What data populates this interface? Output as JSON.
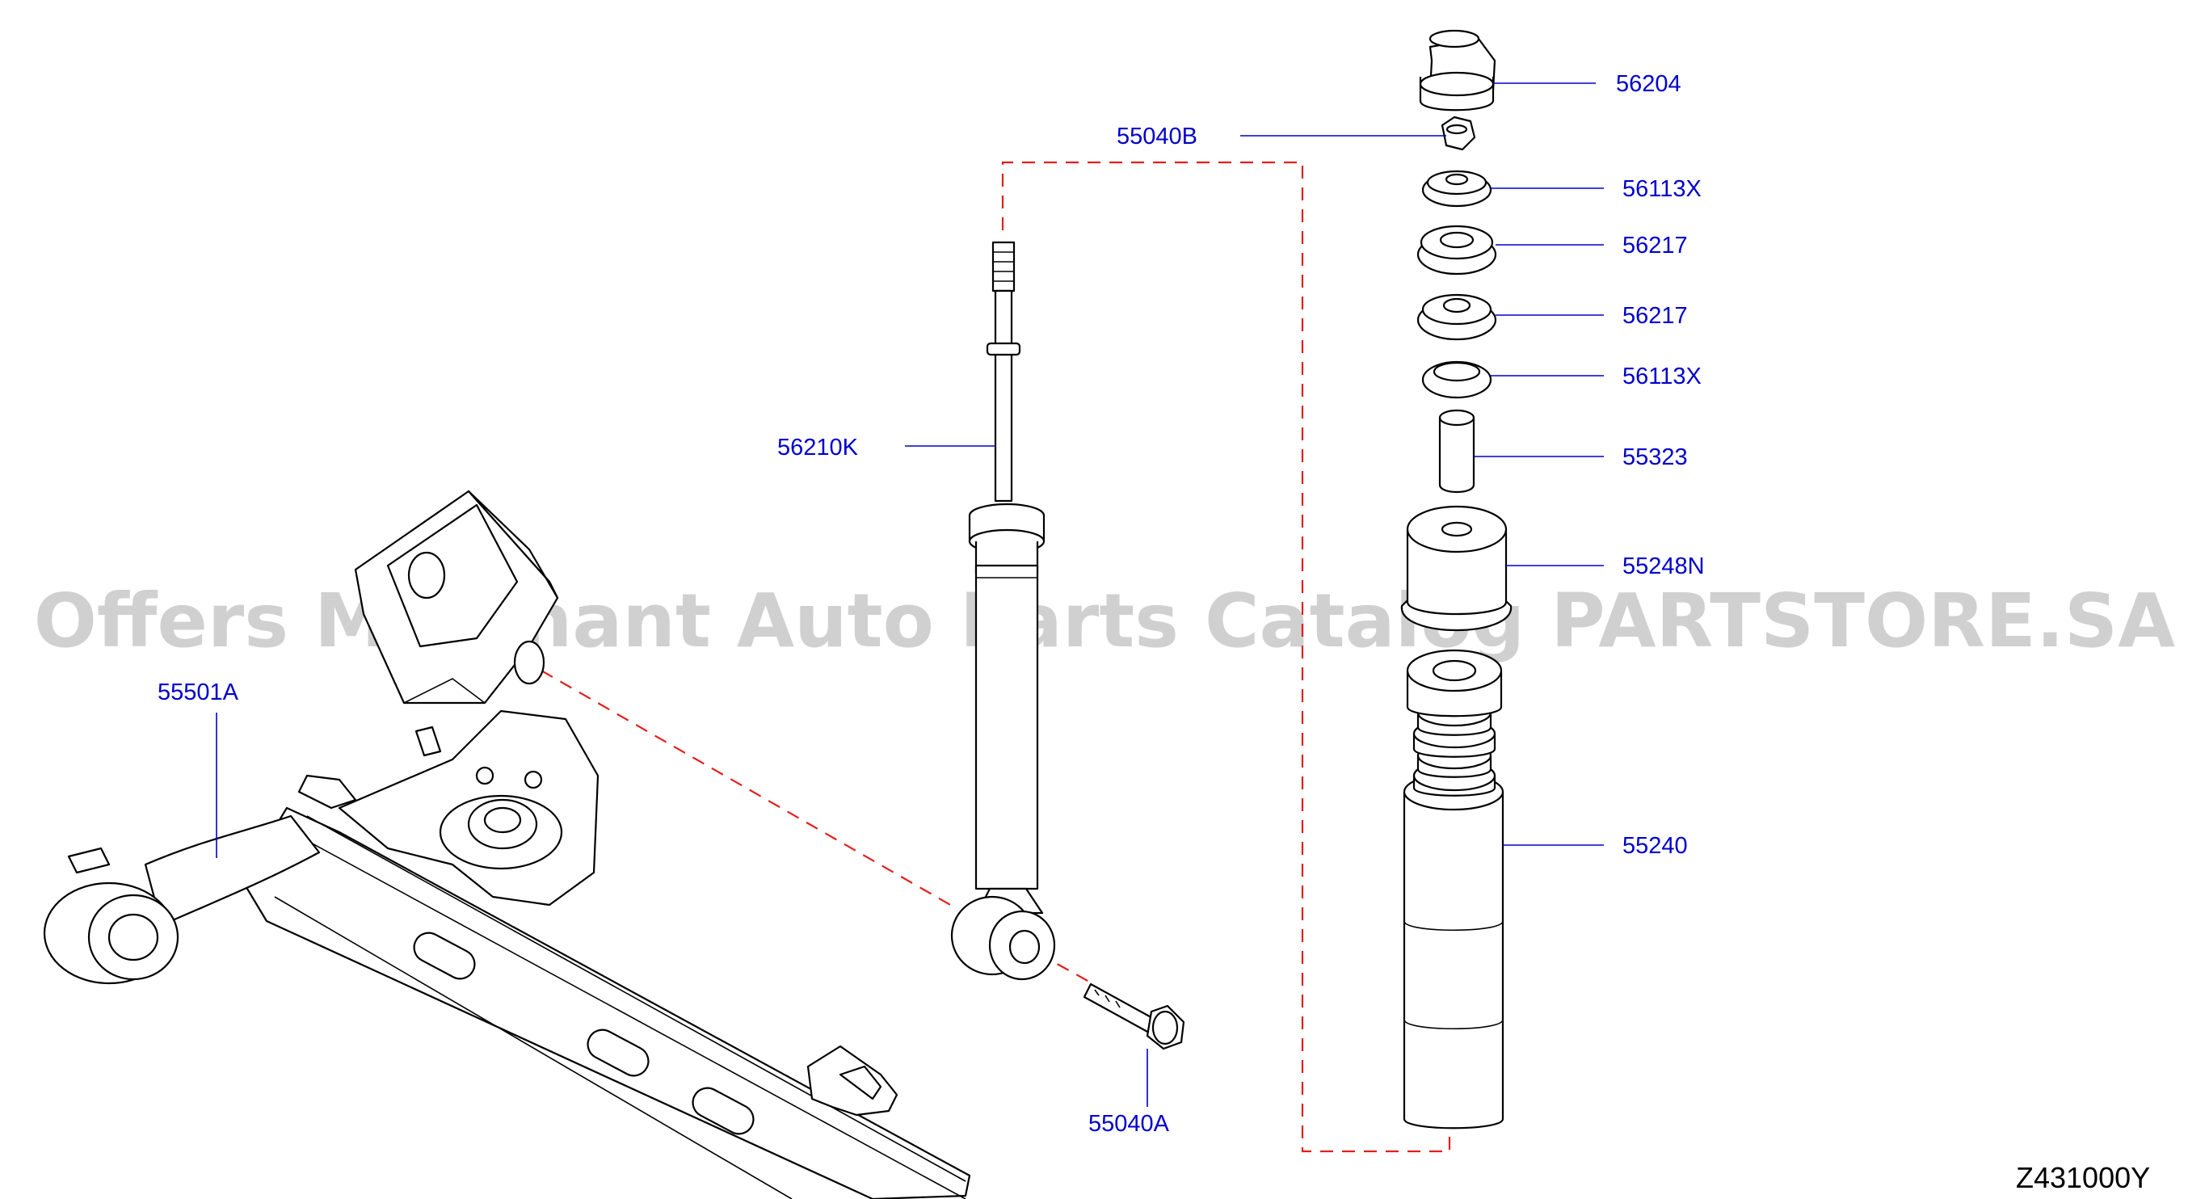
{
  "diagram": {
    "reference_code": "Z431000Y",
    "watermark": "Offers Merchant Auto Parts Catalog PARTSTORE.SA",
    "colors": {
      "label": "#0000cc",
      "leader_line": "#0000cc",
      "dashed_line": "#e0201c",
      "drawing": "#000000",
      "watermark": "#c8c8c8"
    },
    "labels": {
      "p56204": "56204",
      "p55040B": "55040B",
      "p56113X_upper": "56113X",
      "p56217_upper": "56217",
      "p56217_lower": "56217",
      "p56113X_lower": "56113X",
      "p55323": "55323",
      "p56210K": "56210K",
      "p55248N": "55248N",
      "p55501A": "55501A",
      "p55240": "55240",
      "p55040A": "55040A"
    }
  }
}
